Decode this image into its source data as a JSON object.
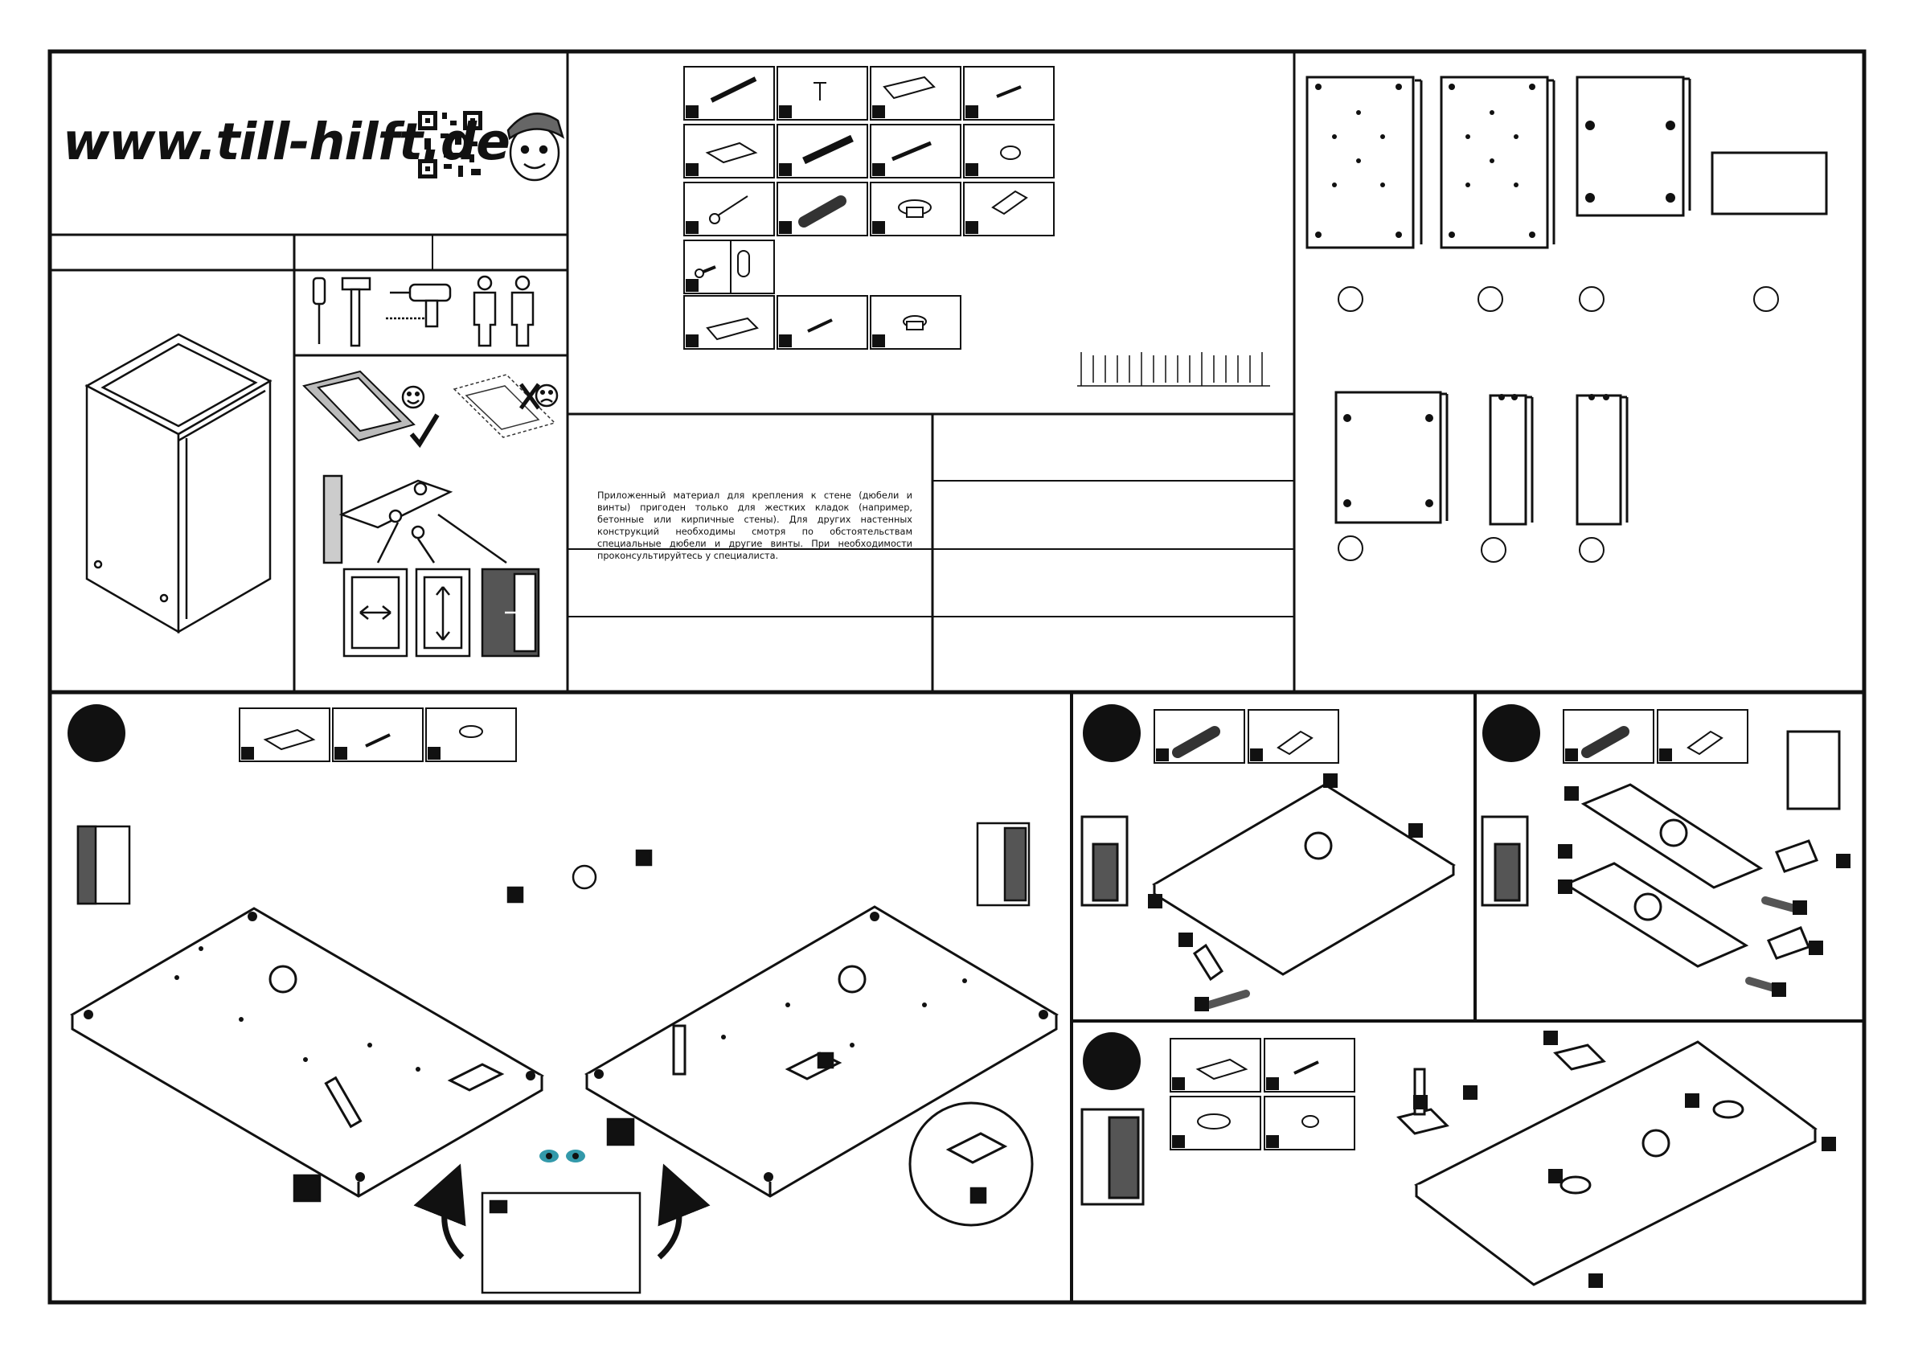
{
  "header": {
    "website": "www.till-hilft.de"
  },
  "notice": {
    "text": "Приложенный материал для крепления к стене (дюбели и винты) пригоден только для жестких кладок (например, бетонные или кирпичные стены). Для других настенных конструкций необходимы смотря по обстоятельствам специальные дюбели и другие винты. При необходимости проконсультируйтесь у специалиста."
  },
  "steps": [
    {
      "badge": "black-circle"
    },
    {
      "badge": "black-circle"
    },
    {
      "badge": "black-circle"
    },
    {
      "badge": "black-circle"
    }
  ],
  "colors": {
    "line": "#111111",
    "panel_edge": "#222222",
    "accent_gray": "#555555"
  },
  "icons": [
    "qr-code-icon",
    "mascot-icon",
    "screwdriver-icon",
    "hammer-icon",
    "drill-icon",
    "two-persons-icon",
    "smiley-icon",
    "frown-icon",
    "eyes-icon",
    "arrow-icon"
  ]
}
